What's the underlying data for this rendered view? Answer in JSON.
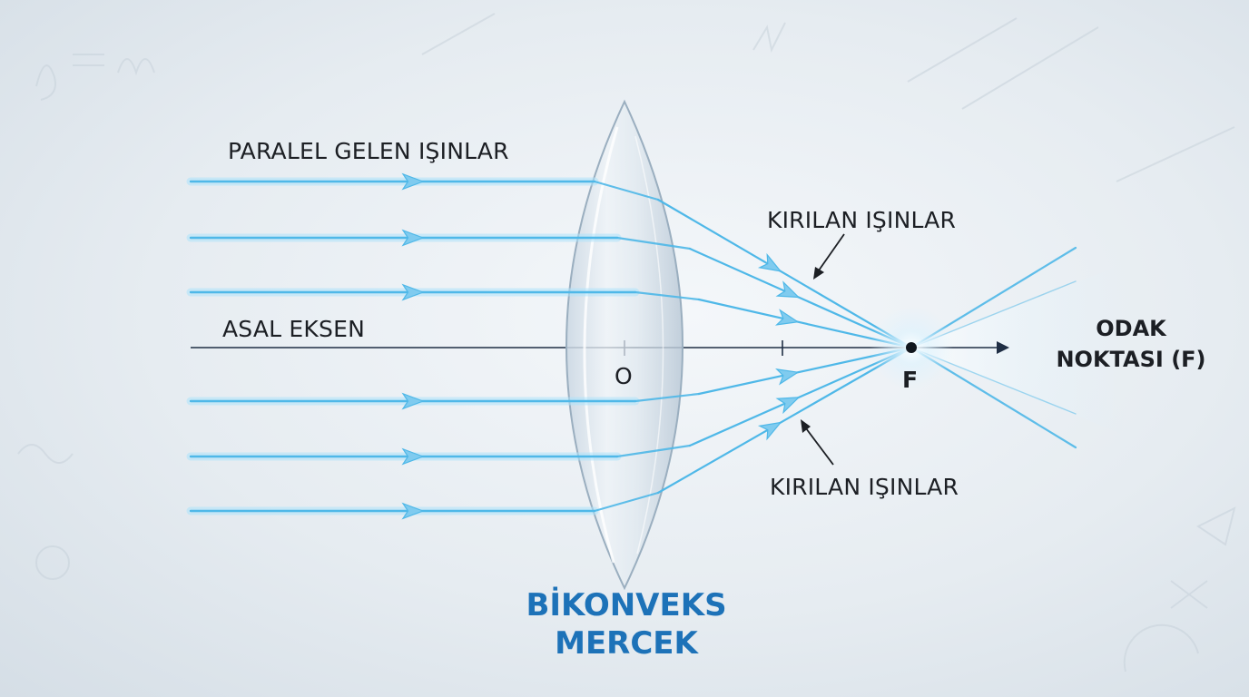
{
  "labels": {
    "incoming_rays": "PARALEL GELEN IŞINLAR",
    "refracted_rays_top": "KIRILAN IŞINLAR",
    "refracted_rays_bottom": "KIRILAN IŞINLAR",
    "principal_axis": "ASAL EKSEN",
    "optical_center": "O",
    "focal_point": "F",
    "focus_line1": "ODAK",
    "focus_line2": "NOKTASI (F)",
    "lens_line1": "BİKONVEKS",
    "lens_line2": "MERCEK"
  },
  "colors": {
    "ray": "#4fb8e8",
    "ray_glow": "#aee3fb",
    "axis": "#1f2e44",
    "lens_title": "#1d72b8",
    "text": "#1c1f24"
  }
}
